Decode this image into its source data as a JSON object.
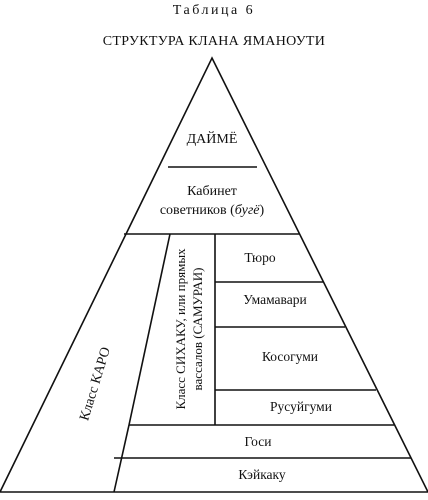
{
  "header": {
    "table_label": "Таблица 6",
    "title": "СТРУКТУРА КЛАНА ЯМАНОУТИ"
  },
  "pyramid": {
    "apex": "ДАЙМЁ",
    "cabinet_line1": "Кабинет",
    "cabinet_line2": "советников (бугё)",
    "karo_class": "Класс КАРО",
    "sihaku_line1": "Класс СИХАКУ, или прямых",
    "sihaku_line2": "вассалов (САМУРАИ)",
    "groups": [
      "Тюро",
      "Умамавари",
      "Косогуми",
      "Русуйгуми"
    ],
    "goshi": "Госи",
    "keikaku": "Кэйкаку"
  }
}
